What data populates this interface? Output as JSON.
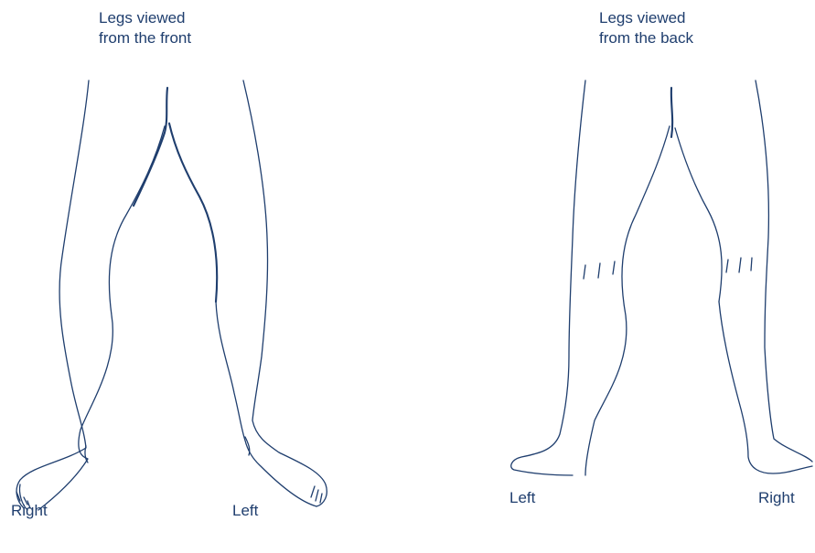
{
  "front_view": {
    "title_line1": "Legs viewed",
    "title_line2": "from the front",
    "label_right": "Right",
    "label_left": "Left"
  },
  "back_view": {
    "title_line1": "Legs viewed",
    "title_line2": "from the back",
    "label_left": "Left",
    "label_right": "Right"
  },
  "colors": {
    "line": "#1f3e6e",
    "background": "#ffffff"
  }
}
